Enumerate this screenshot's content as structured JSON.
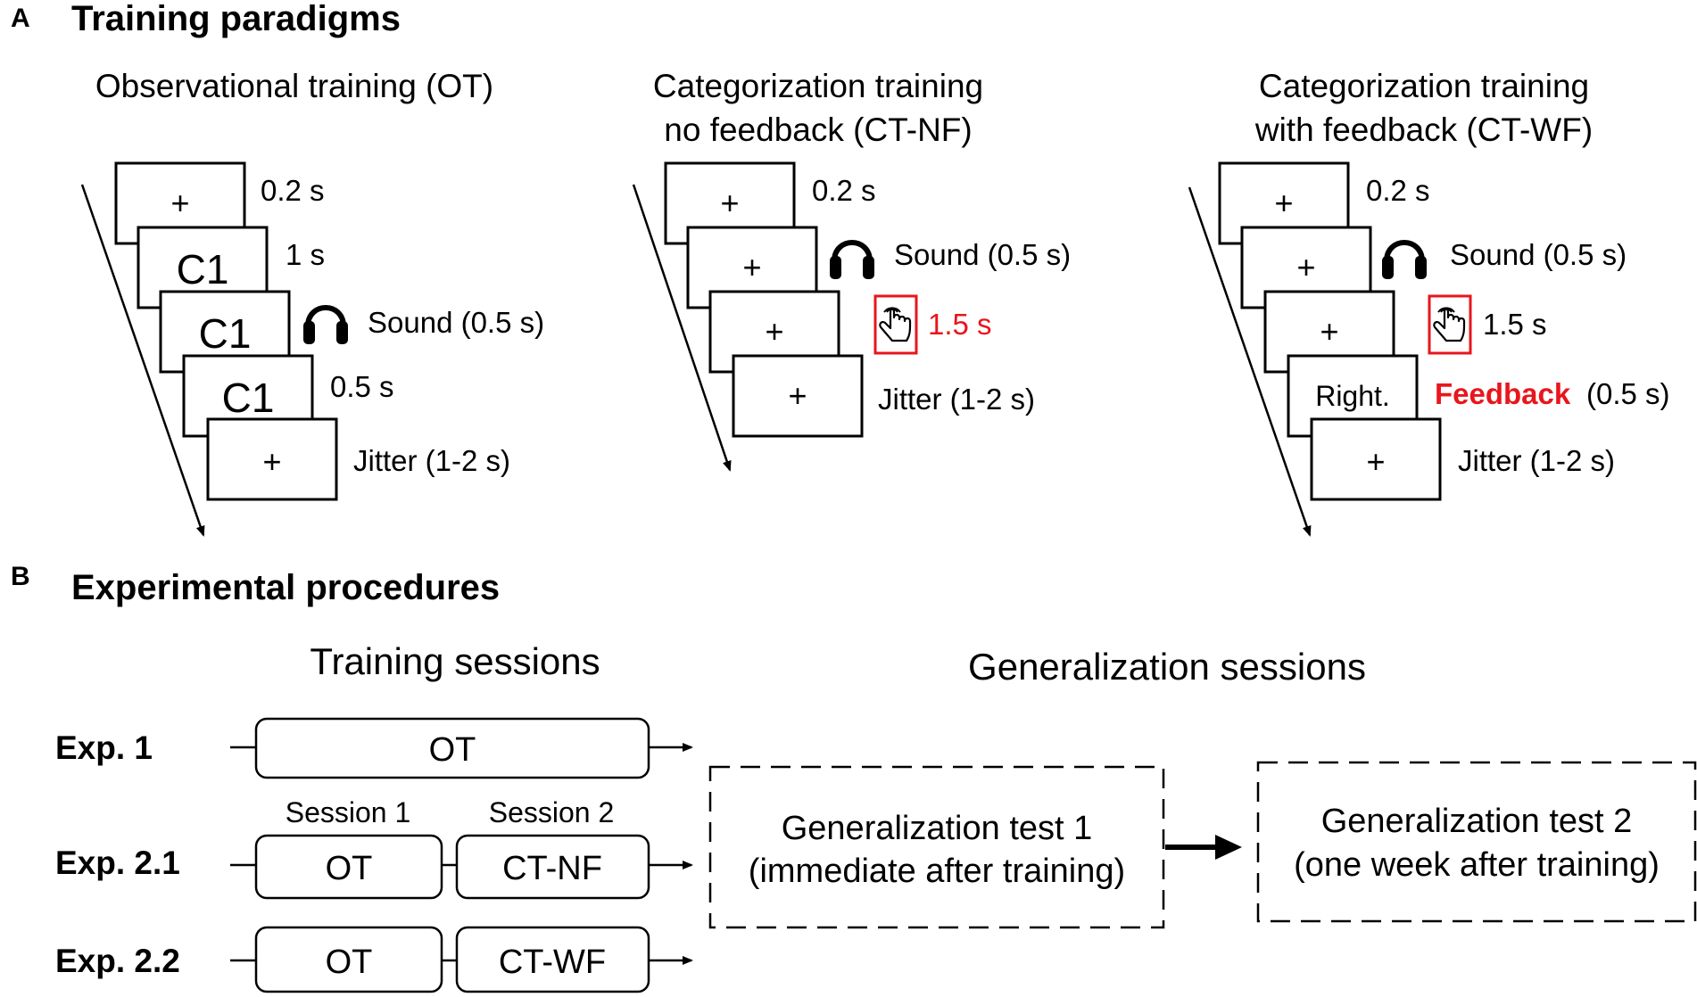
{
  "panel_a": {
    "letter": "A",
    "title": "Training paradigms",
    "ot": {
      "title": "Observational training (OT)",
      "frames": [
        "+",
        "C1",
        "C1",
        "C1",
        "+"
      ],
      "labels": [
        "0.2 s",
        "1 s",
        "Sound (0.5 s)",
        "0.5 s",
        "Jitter (1-2 s)"
      ]
    },
    "ctnf": {
      "title_line1": "Categorization training",
      "title_line2": "no feedback (CT-NF)",
      "frames": [
        "+",
        "+",
        "+",
        "+"
      ],
      "labels": [
        "0.2 s",
        "Sound (0.5 s)",
        "1.5 s",
        "Jitter (1-2 s)"
      ]
    },
    "ctwf": {
      "title_line1": "Categorization training",
      "title_line2": "with feedback (CT-WF)",
      "frames": [
        "+",
        "+",
        "+",
        "Right.",
        "+"
      ],
      "labels": [
        "0.2 s",
        "Sound (0.5 s)",
        "1.5 s",
        "(0.5 s)",
        "Jitter (1-2 s)"
      ],
      "feedback_word": "Feedback"
    }
  },
  "panel_b": {
    "letter": "B",
    "title": "Experimental procedures",
    "training_heading": "Training sessions",
    "generalization_heading": "Generalization sessions",
    "session1_label": "Session 1",
    "session2_label": "Session 2",
    "experiments": [
      {
        "label": "Exp. 1",
        "boxes": [
          "OT"
        ]
      },
      {
        "label": "Exp. 2.1",
        "boxes": [
          "OT",
          "CT-NF"
        ]
      },
      {
        "label": "Exp. 2.2",
        "boxes": [
          "OT",
          "CT-WF"
        ]
      }
    ],
    "gen_test1": {
      "line1": "Generalization test 1",
      "line2": "(immediate after training)"
    },
    "gen_test2": {
      "line1": "Generalization test 2",
      "line2": "(one week after training)"
    }
  },
  "colors": {
    "accent_red": "#e8161c",
    "ink": "#000000"
  },
  "icons": [
    "headphones-icon",
    "hand-tap-icon",
    "arrow-icon"
  ]
}
